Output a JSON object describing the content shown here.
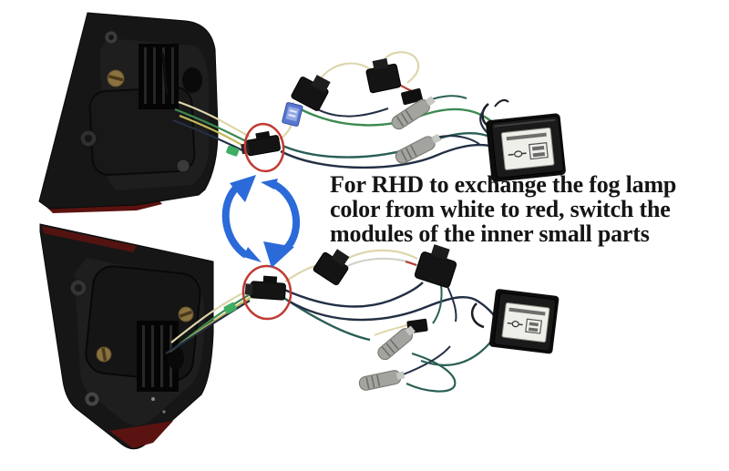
{
  "annotation": {
    "line1": "For RHD to exchange the fog lamp",
    "line2": "color from white to red, switch the",
    "line3": "modules of the inner small parts",
    "text_color": "#151515"
  },
  "icons": {
    "swap_arrows": "circular-exchange-arrows",
    "highlight_upper": "red-oval-highlight",
    "highlight_lower": "red-oval-highlight"
  },
  "colors": {
    "background": "#ffffff",
    "arrow_blue": "#2b6ad9",
    "circle_red": "#c03b34",
    "lamp_body": "#161616",
    "lamp_inner": "#1e1e1e",
    "lamp_recess": "#050505",
    "lamp_maroon": "#5a1310",
    "brass_screw": "#8a7140",
    "steel_screw": "#3c3c3c",
    "wire_cream": "#ded6ac",
    "wire_yellow": "#c3ba5c",
    "wire_green": "#3c8a50",
    "wire_teal": "#2a5f55",
    "wire_navy": "#232f44",
    "wire_black": "#1b1f26",
    "wire_red": "#b23b2f",
    "wire_white": "#cfcfc7",
    "connector_black": "#141414",
    "connector_grey": "#a3a39f",
    "tag_blue": "#5a77cf",
    "clip_green": "#3fae62",
    "module_body": "#1a1a1a",
    "module_label_bg": "#efefea"
  }
}
